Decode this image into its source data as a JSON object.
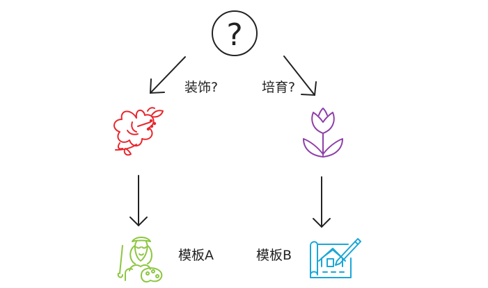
{
  "question": {
    "symbol": "?"
  },
  "branches": {
    "decorate_label": "装饰?",
    "cultivate_label": "培育?"
  },
  "templates": {
    "a_label": "模板A",
    "b_label": "模板B"
  },
  "icons": {
    "question": "question-circle-icon",
    "decorate": "hibiscus-flower-icon",
    "cultivate": "tulip-icon",
    "template_a": "painter-artist-icon",
    "template_b": "house-blueprint-icon"
  },
  "colors": {
    "line": "#222222",
    "flower": "#e8262c",
    "tulip": "#8f3fa8",
    "painter": "#8cc63f",
    "blueprint": "#1aa7d6"
  }
}
